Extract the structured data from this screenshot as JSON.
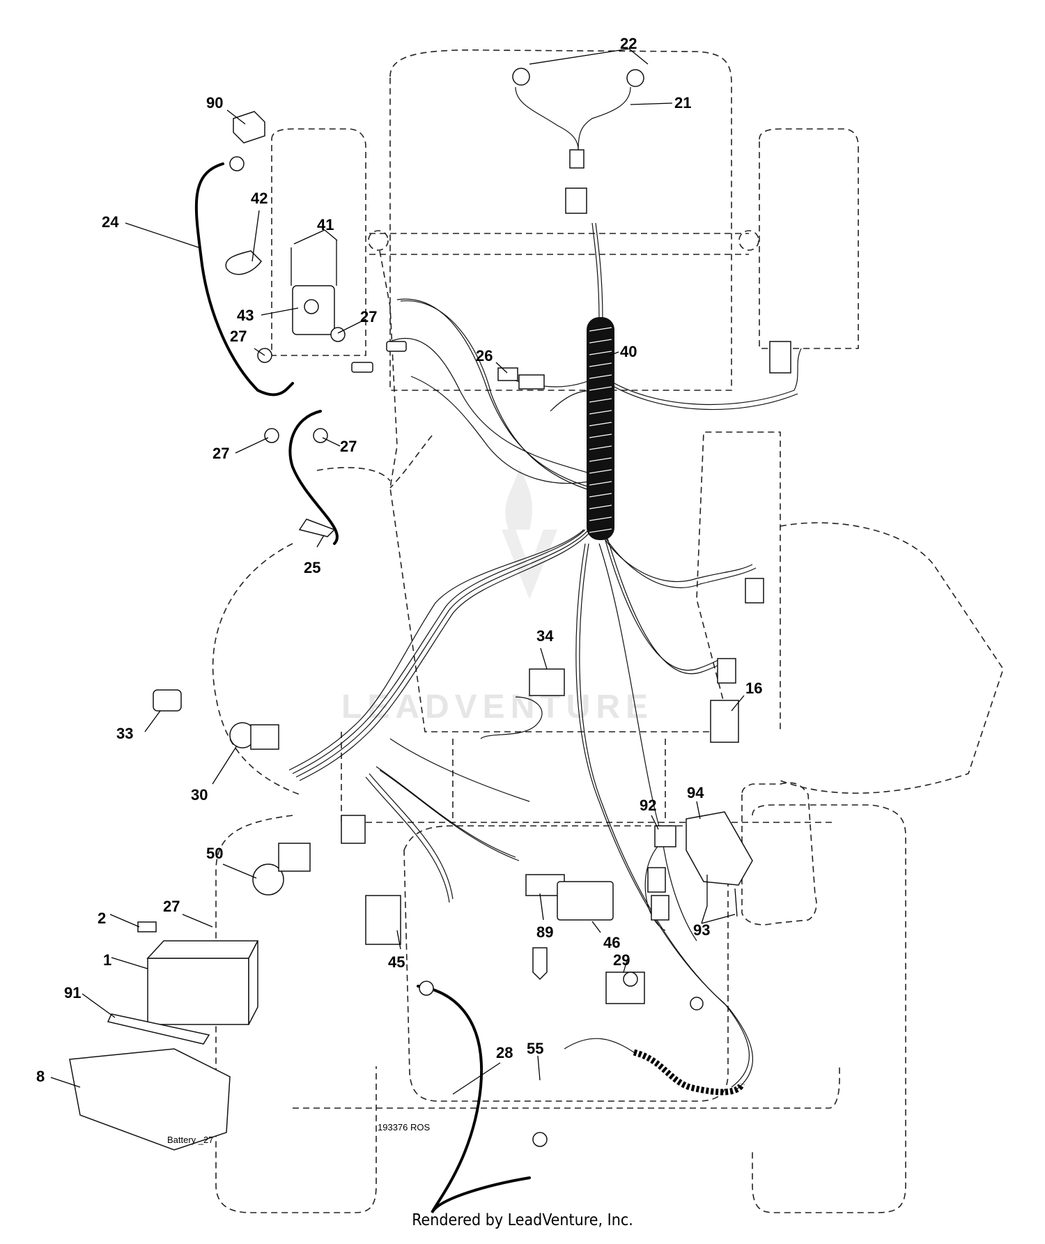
{
  "diagram": {
    "callouts": {
      "c1": "1",
      "c2": "2",
      "c8": "8",
      "c16": "16",
      "c21": "21",
      "c22": "22",
      "c24": "24",
      "c25": "25",
      "c26": "26",
      "c27a": "27",
      "c27b": "27",
      "c27c": "27",
      "c27d": "27",
      "c27e": "27",
      "c28": "28",
      "c29": "29",
      "c30": "30",
      "c33": "33",
      "c34": "34",
      "c40": "40",
      "c41": "41",
      "c42": "42",
      "c43": "43",
      "c45": "45",
      "c46": "46",
      "c50": "50",
      "c55": "55",
      "c89": "89",
      "c90": "90",
      "c91": "91",
      "c92": "92",
      "c93": "93",
      "c94": "94"
    },
    "drawing_number": "193376 ROS",
    "battery_label": "Battery _27",
    "watermark": "LEADVENTURE"
  },
  "footer": {
    "text": "Rendered by LeadVenture, Inc."
  }
}
